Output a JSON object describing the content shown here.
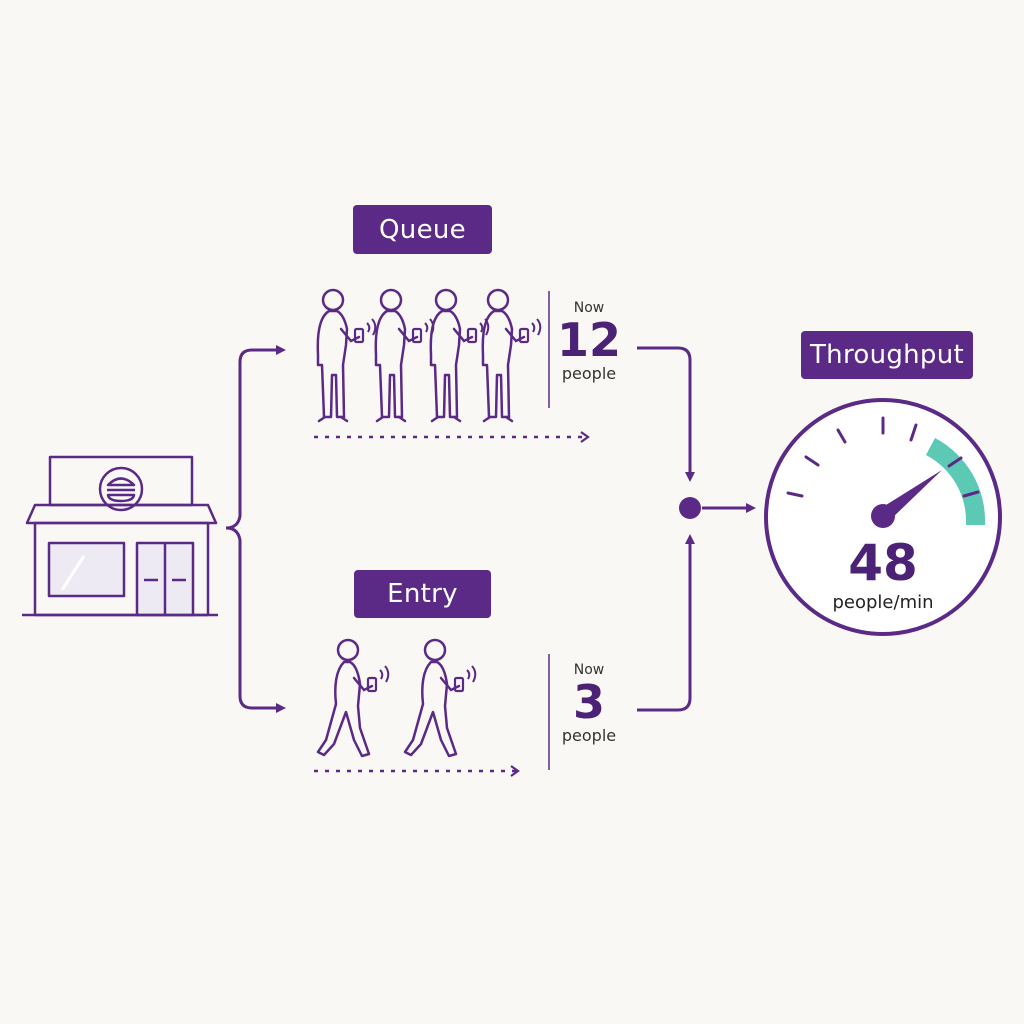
{
  "queue": {
    "title": "Queue",
    "now_label": "Now",
    "count": "12",
    "unit": "people",
    "figures": 4
  },
  "entry": {
    "title": "Entry",
    "now_label": "Now",
    "count": "3",
    "unit": "people",
    "figures": 2
  },
  "throughput": {
    "title": "Throughput",
    "value": "48",
    "unit": "people/min"
  },
  "icons": {
    "store": "burger-store-icon",
    "standing_person": "person-with-phone-icon",
    "walking_person": "walking-person-with-phone-icon",
    "gauge": "speedometer-icon"
  },
  "colors": {
    "accent": "#5b2a86",
    "panel": "#efedf2",
    "gauge_highlight": "#5cc9b4",
    "background": "#faf8f5"
  }
}
